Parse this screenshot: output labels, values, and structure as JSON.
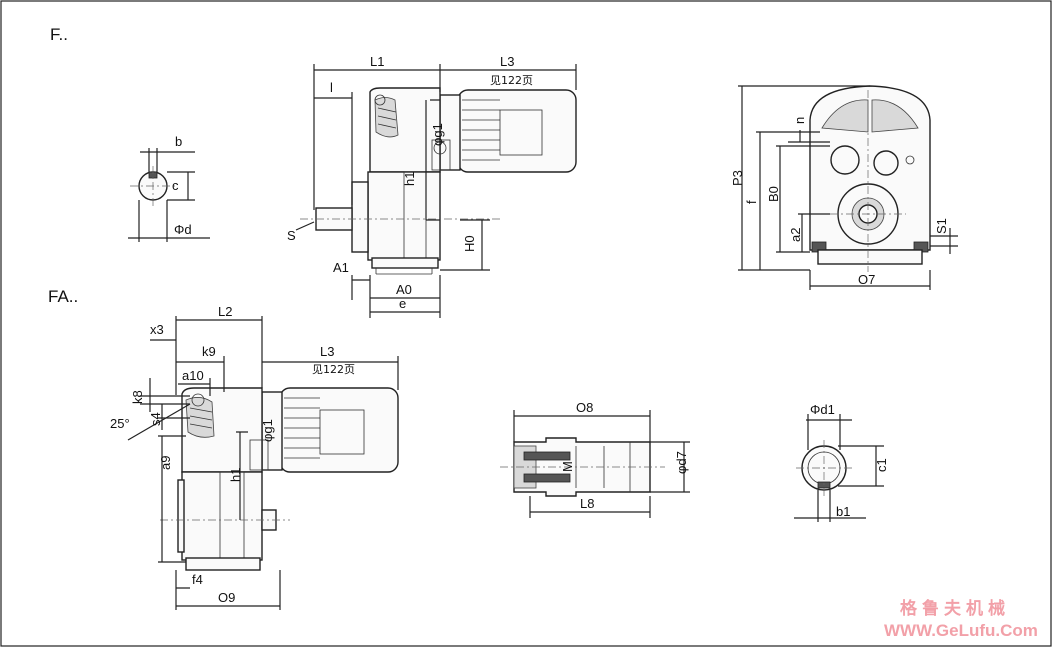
{
  "sections": {
    "f": "F..",
    "fa": "FA.."
  },
  "labels": {
    "L1": "L1",
    "L3_top": "L3",
    "L3_top_note": "见122页",
    "l": "l",
    "phi_g1_top": "φg1",
    "h1_top": "h1",
    "S": "S",
    "H0": "H0",
    "A1": "A1",
    "A0": "A0",
    "e": "e",
    "b": "b",
    "c": "c",
    "phi_d": "Φd",
    "n": "n",
    "P3": "P3",
    "f": "f",
    "B0": "B0",
    "a2": "a2",
    "S1": "S1",
    "O7": "O7",
    "L2": "L2",
    "x3": "x3",
    "k9": "k9",
    "L3_fa": "L3",
    "L3_fa_note": "见122页",
    "a10": "a10",
    "k8": "k8",
    "s4": "s4",
    "angle": "25°",
    "a9": "a9",
    "phi_g1_fa": "φg1",
    "h1_fa": "h1",
    "f4": "f4",
    "O9": "O9",
    "O8": "O8",
    "M": "M",
    "phi_d7": "φd7",
    "L8": "L8",
    "phi_d1": "Φd1",
    "c1": "c1",
    "b1": "b1"
  },
  "watermark": {
    "cn": "格鲁夫机械",
    "url": "WWW.GeLufu.Com"
  },
  "colors": {
    "line": "#222222",
    "watermark": "#f2a0a8"
  }
}
